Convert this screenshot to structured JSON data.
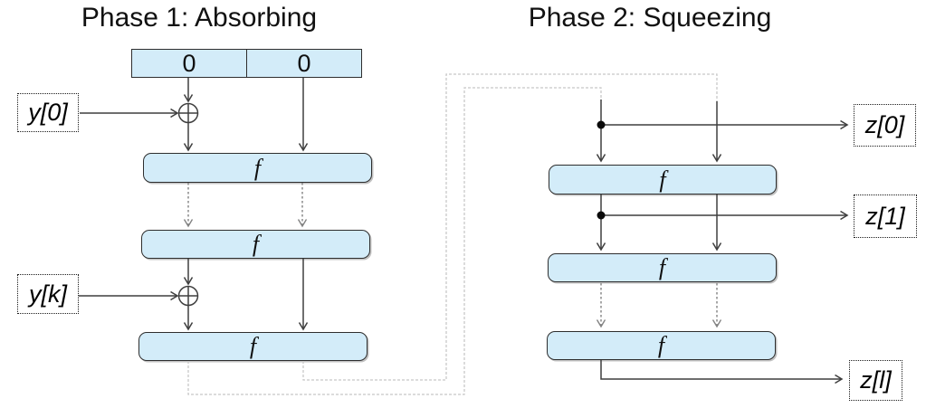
{
  "figure": {
    "phase1": {
      "title": "Phase 1: Absorbing",
      "state_cells": [
        "0",
        "0"
      ],
      "inputs": [
        {
          "label": "y[0]"
        },
        {
          "label": "y[k]"
        }
      ],
      "rounds": [
        {
          "label": "f"
        },
        {
          "label": "f"
        },
        {
          "label": "f"
        }
      ]
    },
    "phase2": {
      "title": "Phase 2: Squeezing",
      "rounds": [
        {
          "label": "f"
        },
        {
          "label": "f"
        },
        {
          "label": "f"
        }
      ],
      "outputs": [
        {
          "label": "z[0]"
        },
        {
          "label": "z[1]"
        },
        {
          "label": "z[l]"
        }
      ]
    },
    "colors": {
      "function_box_fill": "#d3ecf9",
      "function_box_border": "#2e2e2e",
      "arrow_dark": "#3f3f3f",
      "arrow_gray": "#828282",
      "feedback_line": "#c8c8c8"
    }
  }
}
